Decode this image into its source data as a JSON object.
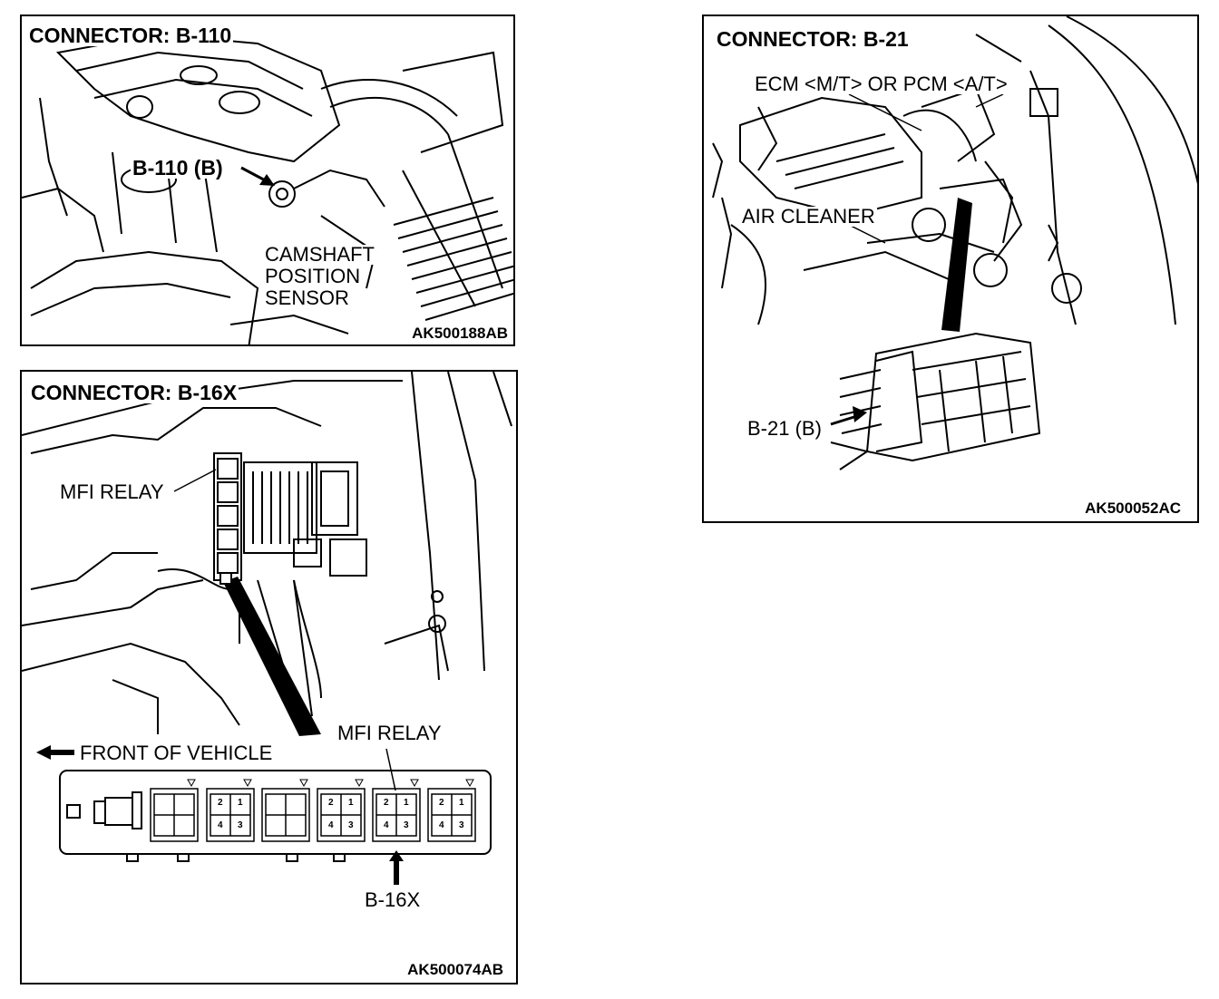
{
  "panels": {
    "b110": {
      "title": "CONNECTOR: B-110",
      "pointer_label": "B-110 (B)",
      "sensor_label_lines": [
        "CAMSHAFT",
        "POSITION",
        "SENSOR"
      ],
      "figure_code": "AK500188AB"
    },
    "b16x": {
      "title": "CONNECTOR: B-16X",
      "relay_label_top": "MFI RELAY",
      "relay_label_detail": "MFI RELAY",
      "front_label": "FRONT OF VEHICLE",
      "pointer_label": "B-16X",
      "relay_pins": [
        "2",
        "1",
        "4",
        "3"
      ],
      "figure_code": "AK500074AB"
    },
    "b21": {
      "title": "CONNECTOR: B-21",
      "ecm_label": "ECM <M/T> OR PCM <A/T>",
      "cleaner_label": "AIR CLEANER",
      "pointer_label": "B-21 (B)",
      "figure_code": "AK500052AC"
    }
  }
}
